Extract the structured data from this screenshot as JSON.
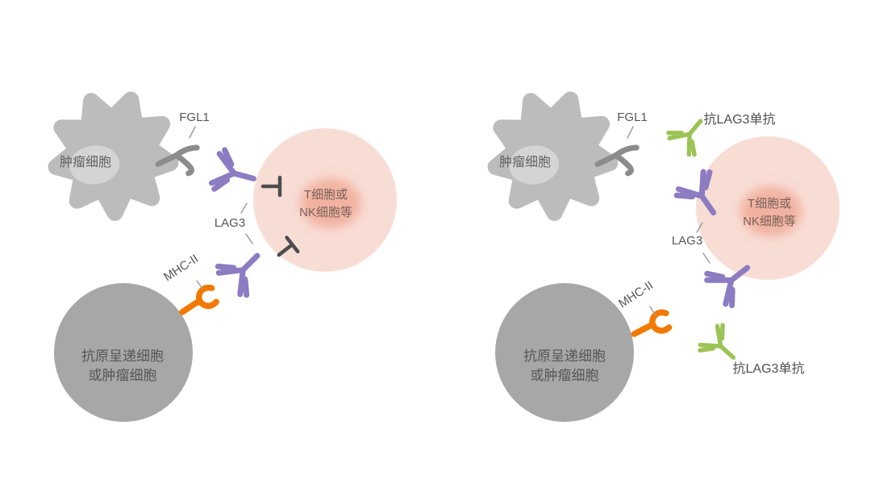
{
  "colors": {
    "background": "#ffffff",
    "tumor_cell_gray": "#bcbcbc",
    "tumor_nucleus_gray": "#d4d4d4",
    "apc_cell_gray": "#a7a7a7",
    "t_cell_pink": "#f8ddd5",
    "t_cell_nucleus_pink": "#f2b2a1",
    "lag3_purple": "#8d7cc2",
    "mhc2_orange": "#f27900",
    "anti_lag3_green": "#9cc355",
    "fgl1_receptor_gray": "#8c8c8c",
    "inhibition_bar_gray": "#4d4d4d",
    "label_gray": "#595959"
  },
  "left_panel": {
    "tumor_cell_label": "肿瘤细胞",
    "fgl1_label": "FGL1",
    "lag3_label": "LAG3",
    "mhc2_label": "MHC-II",
    "t_cell_label_line1": "T细胞或",
    "t_cell_label_line2": "NK细胞等",
    "apc_label_line1": "抗原呈递细胞",
    "apc_label_line2": "或肿瘤细胞"
  },
  "right_panel": {
    "tumor_cell_label": "肿瘤细胞",
    "fgl1_label": "FGL1",
    "anti_lag3_top_label": "抗LAG3单抗",
    "lag3_label": "LAG3",
    "mhc2_label": "MHC-II",
    "t_cell_label_line1": "T细胞或",
    "t_cell_label_line2": "NK细胞等",
    "anti_lag3_bottom_label": "抗LAG3单抗",
    "apc_label_line1": "抗原呈递细胞",
    "apc_label_line2": "或肿瘤细胞"
  }
}
